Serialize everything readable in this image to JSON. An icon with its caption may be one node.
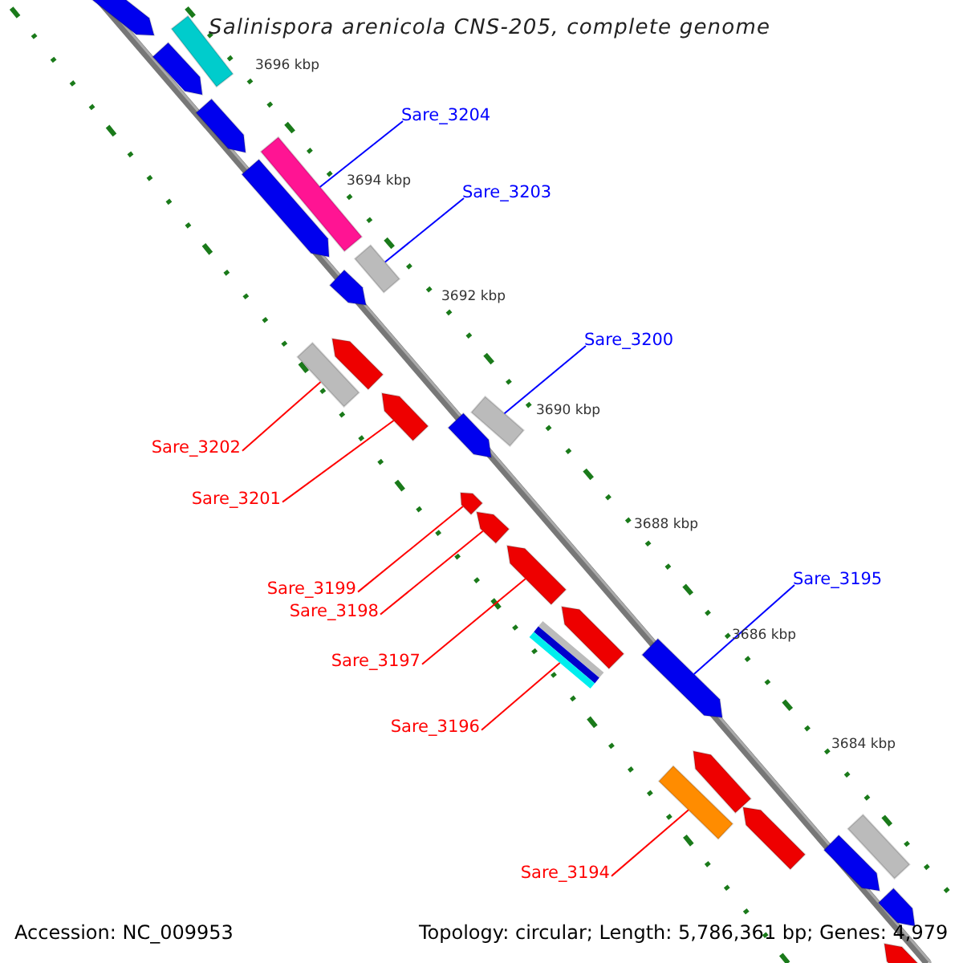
{
  "diagram": {
    "title": "Salinispora arenicola CNS-205, complete genome",
    "nodes": [
      {
        "text": [
          "Sare_3204"
        ]
      },
      {
        "text": [
          "Sare_3203"
        ]
      },
      {
        "text": [
          "Sare_3202"
        ]
      },
      {
        "text": [
          "Sare_3201"
        ]
      },
      {
        "text": [
          "Sare_3200"
        ]
      },
      {
        "text": [
          "Sare_3199"
        ]
      },
      {
        "text": [
          "Sare_3198"
        ]
      },
      {
        "text": [
          "Sare_3197"
        ]
      },
      {
        "text": [
          "Sare_3196"
        ]
      },
      {
        "text": [
          "Sare_3195"
        ]
      },
      {
        "text": [
          "Sare_3194"
        ]
      },
      {
        "text": [],
        "shape": "pentagon"
      },
      {
        "text": [],
        "shape": "box"
      },
      {
        "text": [],
        "shape": "pentagon"
      },
      {
        "text": [],
        "shape": "pentagon"
      },
      {
        "text": [],
        "shape": "box"
      },
      {
        "text": [],
        "shape": "pentagon"
      },
      {
        "text": [],
        "shape": "box"
      },
      {
        "text": [],
        "shape": "pentagon"
      },
      {
        "text": [],
        "shape": "box"
      },
      {
        "text": [],
        "shape": "pentagon"
      },
      {
        "text": [],
        "shape": "pentagon"
      },
      {
        "text": [],
        "shape": "box"
      },
      {
        "text": [],
        "shape": "pentagon"
      },
      {
        "text": [],
        "shape": "pentagon"
      },
      {
        "text": [],
        "shape": "pentagon"
      },
      {
        "text": [],
        "shape": "pentagon"
      },
      {
        "text": [],
        "shape": "pentagon"
      },
      {
        "text": [],
        "shape": "bar"
      },
      {
        "text": [],
        "shape": "pentagon"
      },
      {
        "text": [],
        "shape": "pentagon"
      },
      {
        "text": [],
        "shape": "box"
      },
      {
        "text": [],
        "shape": "pentagon"
      },
      {
        "text": [],
        "shape": "box"
      },
      {
        "text": [],
        "shape": "pentagon"
      },
      {
        "text": [],
        "shape": "pentagon"
      },
      {
        "text": [],
        "shape": "pentagon"
      }
    ],
    "edges": [
      {
        "from": 0,
        "to": 15,
        "arrow": "none",
        "color": "#0000ff"
      },
      {
        "from": 1,
        "to": 17,
        "arrow": "none",
        "color": "#0000ff"
      },
      {
        "from": 2,
        "to": 19,
        "arrow": "none"
      },
      {
        "from": 3,
        "to": 21,
        "arrow": "none"
      },
      {
        "from": 4,
        "to": 22,
        "arrow": "none",
        "color": "#0000ff"
      },
      {
        "from": 5,
        "to": 24,
        "arrow": "none"
      },
      {
        "from": 6,
        "to": 25,
        "arrow": "none"
      },
      {
        "from": 7,
        "to": 26,
        "arrow": "none"
      },
      {
        "from": 8,
        "to": 28,
        "arrow": "none"
      },
      {
        "from": 9,
        "to": 29,
        "arrow": "none",
        "color": "#0000ff"
      },
      {
        "from": 10,
        "to": 31,
        "arrow": "none"
      }
    ],
    "labels": [
      "3696 kbp",
      "3694 kbp",
      "3692 kbp",
      "3690 kbp",
      "3688 kbp",
      "3686 kbp",
      "3684 kbp",
      "Accession: NC_009953",
      "Topology: circular; Length: 5,786,361 bp; Genes: 4,979"
    ]
  }
}
